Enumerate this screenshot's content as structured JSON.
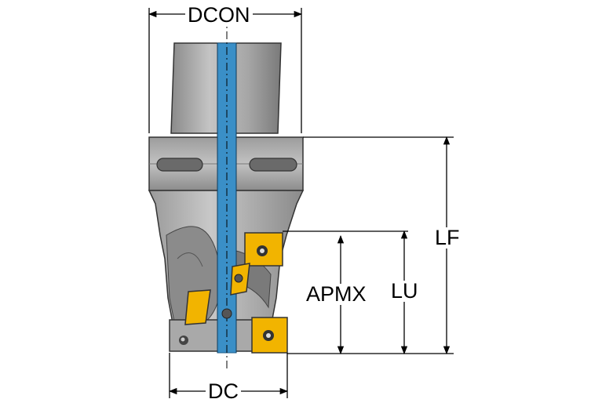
{
  "dimensions": {
    "dcon": "DCON",
    "dc": "DC",
    "lf": "LF",
    "lu": "LU",
    "apmx": "APMX"
  },
  "colors": {
    "body_gray": "#adadad",
    "body_dark": "#6e6e6e",
    "coolant_blue": "#3a8fc7",
    "insert_yellow": "#f2b400",
    "line": "#000000"
  }
}
